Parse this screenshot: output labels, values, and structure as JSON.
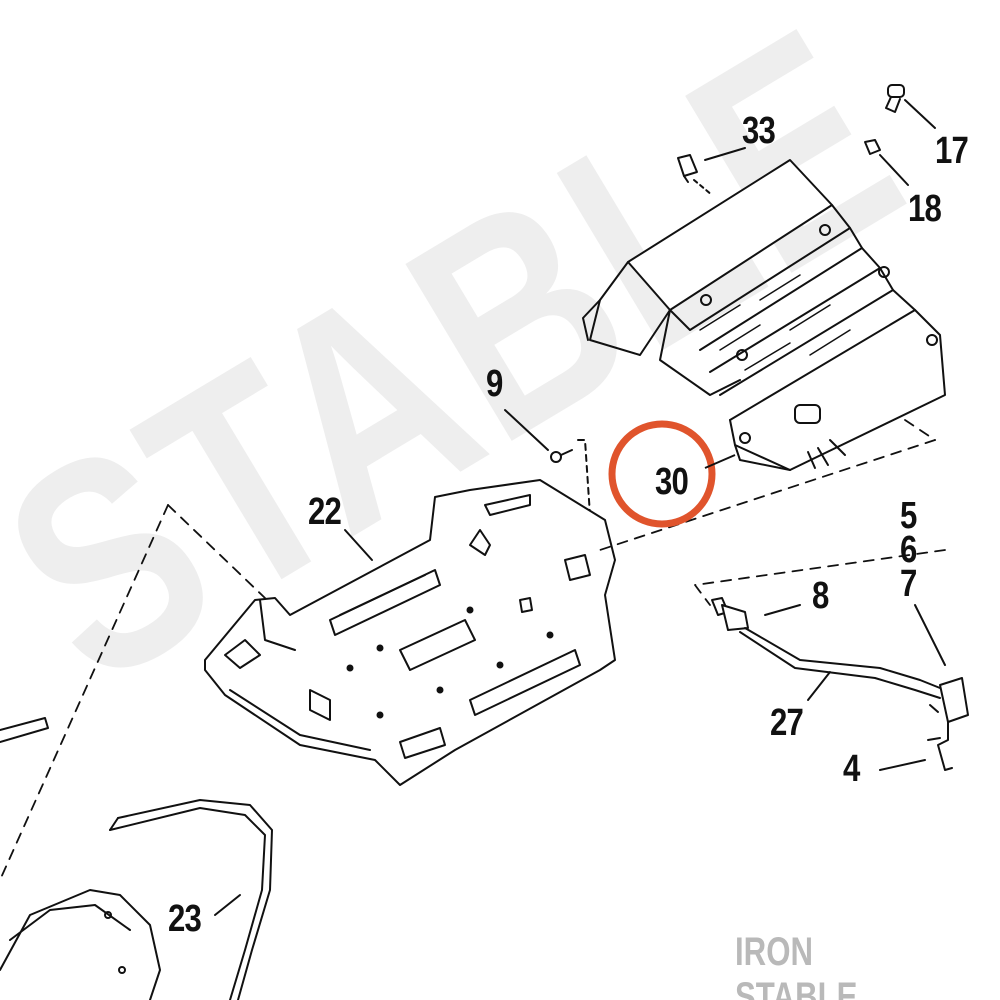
{
  "watermark": {
    "text": "STABLE"
  },
  "brand": {
    "text": "IRON STABLE"
  },
  "colors": {
    "ink": "#111111",
    "highlight": "#e0542c",
    "watermark": "#eeeeee",
    "brand": "#b9b9b9"
  },
  "callouts": {
    "c33": "33",
    "c17": "17",
    "c18": "18",
    "c9": "9",
    "c30": "30",
    "c22": "22",
    "c5": "5",
    "c6": "6",
    "c7": "7",
    "c8": "8",
    "c27": "27",
    "c4": "4",
    "c23": "23"
  },
  "highlighted_part": "30"
}
